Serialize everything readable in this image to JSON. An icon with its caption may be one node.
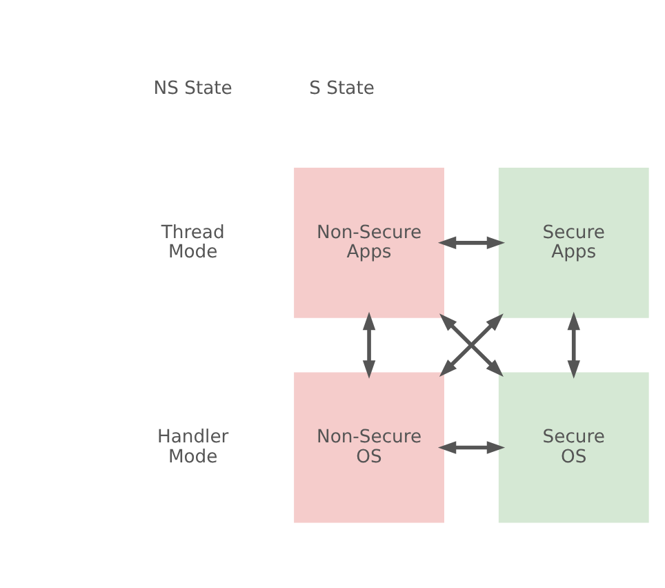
{
  "diagram": {
    "nodes": [
      {
        "text": [
          "Non-Secure Apps"
        ]
      },
      {
        "text": [
          "Secure Apps"
        ]
      },
      {
        "text": [
          "Non-Secure OS"
        ]
      },
      {
        "text": [
          "Secure OS"
        ]
      }
    ],
    "edges": [
      {
        "from": 0,
        "to": 1,
        "arrow": "both"
      },
      {
        "from": 0,
        "to": 2,
        "arrow": "both"
      },
      {
        "from": 1,
        "to": 3,
        "arrow": "both"
      },
      {
        "from": 0,
        "to": 3,
        "arrow": "both"
      },
      {
        "from": 1,
        "to": 2,
        "arrow": "both"
      },
      {
        "from": 2,
        "to": 3,
        "arrow": "both"
      }
    ],
    "labels": [
      "NS State",
      "S State",
      "Thread Mode",
      "Handler Mode"
    ]
  }
}
